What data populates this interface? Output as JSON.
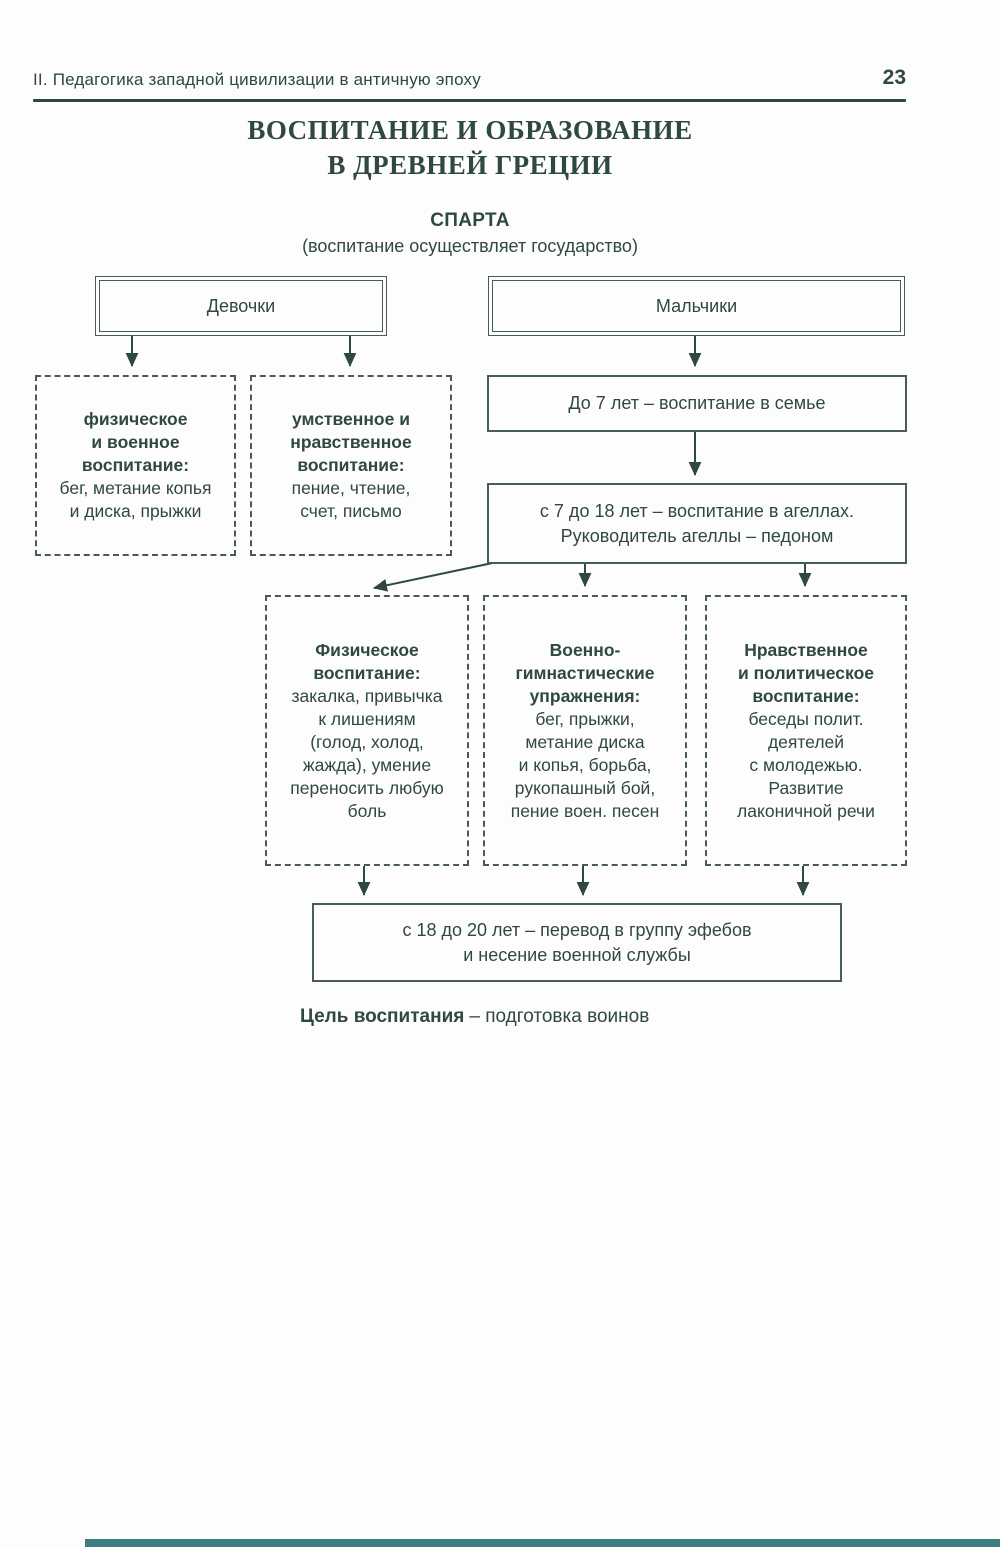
{
  "header": {
    "running_title": "II. Педагогика западной цивилизации в античную эпоху",
    "page_number": "23"
  },
  "title": "ВОСПИТАНИЕ И ОБРАЗОВАНИЕ\nВ ДРЕВНЕЙ ГРЕЦИИ",
  "section": {
    "name": "СПАРТА",
    "note": "(воспитание осуществляет государство)"
  },
  "diagram": {
    "girls_label": "Девочки",
    "boys_label": "Мальчики",
    "girls_branches": [
      {
        "title": "физическое\nи военное\nвоспитание:",
        "body": "бег, метание копья\nи диска, прыжки"
      },
      {
        "title": "умственное и\nнравственное\nвоспитание:",
        "body": "пение, чтение,\nсчет, письмо"
      }
    ],
    "boys_stage1": "До 7 лет – воспитание в семье",
    "boys_stage2": "с 7 до 18 лет – воспитание в агеллах.\nРуководитель агеллы – педоном",
    "boys_branches": [
      {
        "title": "Физическое\nвоспитание:",
        "body": "закалка, привычка\nк лишениям\n(голод, холод,\nжажда), умение\nпереносить любую\nболь"
      },
      {
        "title": "Военно-\nгимнастические\nупражнения:",
        "body": "бег, прыжки,\nметание диска\nи копья, борьба,\nрукопашный бой,\nпение воен. песен"
      },
      {
        "title": "Нравственное\nи политическое\nвоспитание:",
        "body": "беседы полит.\nдеятелей\nс молодежью.\nРазвитие\nлаконичной речи"
      }
    ],
    "final_stage": "с 18 до 20 лет – перевод в группу эфебов\nи несение военной службы",
    "goal_label": "Цель воспитания",
    "goal_text": "– подготовка воинов"
  },
  "colors": {
    "ink": "#2f4842",
    "line": "#465c54",
    "accent_bar": "#3e7d7f",
    "paper": "#fdfdfc"
  }
}
